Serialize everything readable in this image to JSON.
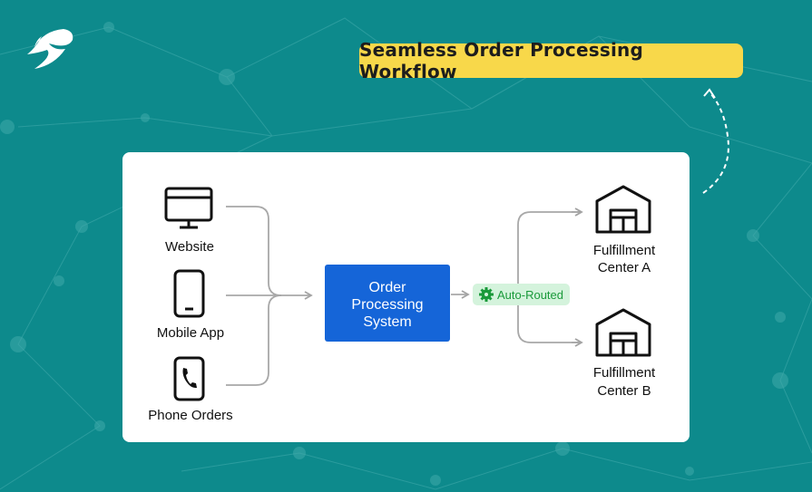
{
  "title": "Seamless Order Processing Workflow",
  "sources": [
    {
      "label": "Website",
      "icon": "monitor-icon"
    },
    {
      "label": "Mobile App",
      "icon": "smartphone-icon"
    },
    {
      "label": "Phone Orders",
      "icon": "phone-icon"
    }
  ],
  "processor": {
    "line1": "Order",
    "line2": "Processing",
    "line3": "System"
  },
  "badge": {
    "label": "Auto-Routed",
    "icon": "gear-icon"
  },
  "destinations": [
    {
      "line1": "Fulfillment",
      "line2": "Center A",
      "icon": "warehouse-icon"
    },
    {
      "line1": "Fulfillment",
      "line2": "Center B",
      "icon": "warehouse-icon"
    }
  ],
  "colors": {
    "background": "#0d8a8c",
    "title_bg": "#f8d84a",
    "processor": "#1565d8",
    "badge_bg": "#d4f3dc",
    "badge_text": "#1a9a3a"
  }
}
